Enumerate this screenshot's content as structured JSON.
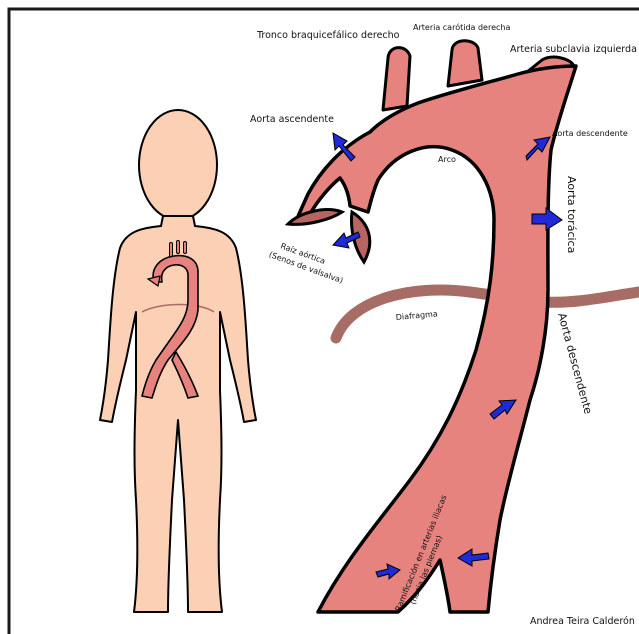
{
  "labels": {
    "tronco": "Tronco braquicefálico derecho",
    "carotida": "Arteria carótida derecha",
    "subclavia": "Arteria subclavia izquierda",
    "ascendente": "Aorta ascendente",
    "descendente_top": "Aorta descendente",
    "arco": "Arco",
    "raiz_line1": "Raíz aórtica",
    "raiz_line2": "(Senos de valsalva)",
    "toracica": "Aorta torácica",
    "diafragma": "Diafragma",
    "descendente": "Aorta descendente",
    "ramif_line1": "Ramificación en arterias iliacas",
    "ramif_line2": "(hacia las piernas)",
    "author": "Andrea Teira Calderón"
  },
  "colors": {
    "aorta": "#e6837f",
    "aorta_dark": "#b86461",
    "skin": "#fbd0b4",
    "diaphragm": "#a86c66",
    "arrow": "#1f2ad6",
    "outline": "#000000"
  }
}
